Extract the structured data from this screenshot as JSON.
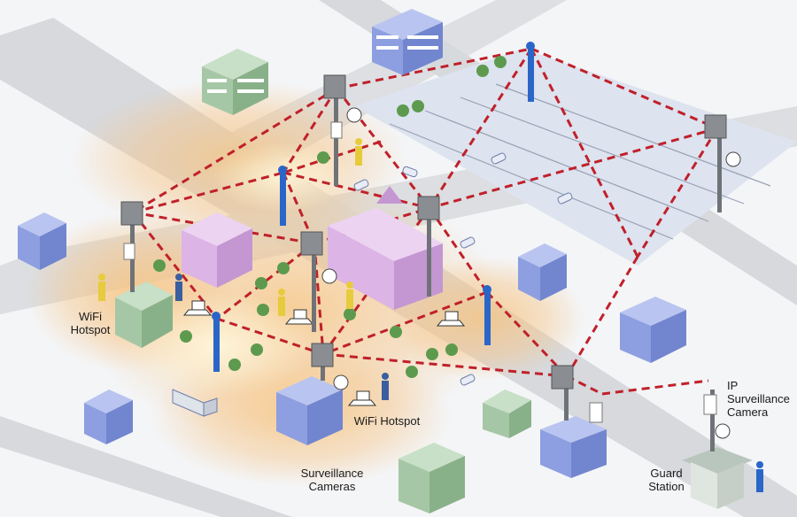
{
  "labels": {
    "wifi_hotspot_left": [
      "WiFi",
      "Hotspot"
    ],
    "wifi_hotspot_center": "WiFi Hotspot",
    "surveillance_cameras": [
      "Surveillance",
      "Cameras"
    ],
    "ip_surveillance_camera": [
      "IP",
      "Surveillance",
      "Camera"
    ],
    "guard_station": [
      "Guard",
      "Station"
    ]
  },
  "colors": {
    "road": "#d7d9dd",
    "ground": "#f4f5f7",
    "parking_lot": "#dde3ef",
    "hotspot_glow": "#f2b35a",
    "mesh_link": "#c0202a",
    "mast": "#6f7378",
    "node_box": "#8a8d92",
    "building_blue": "#8d9fe0",
    "building_green": "#a6c7a6",
    "building_pink": "#dcb4e6",
    "access_point_blue": "#2a66c8",
    "tree": "#5e9a4e"
  },
  "icons": [
    "wireless-mesh-node-icon",
    "access-point-icon",
    "surveillance-camera-icon",
    "laptop-icon",
    "person-icon",
    "car-icon",
    "truck-icon",
    "tree-icon",
    "building-icon",
    "guard-booth-icon"
  ]
}
